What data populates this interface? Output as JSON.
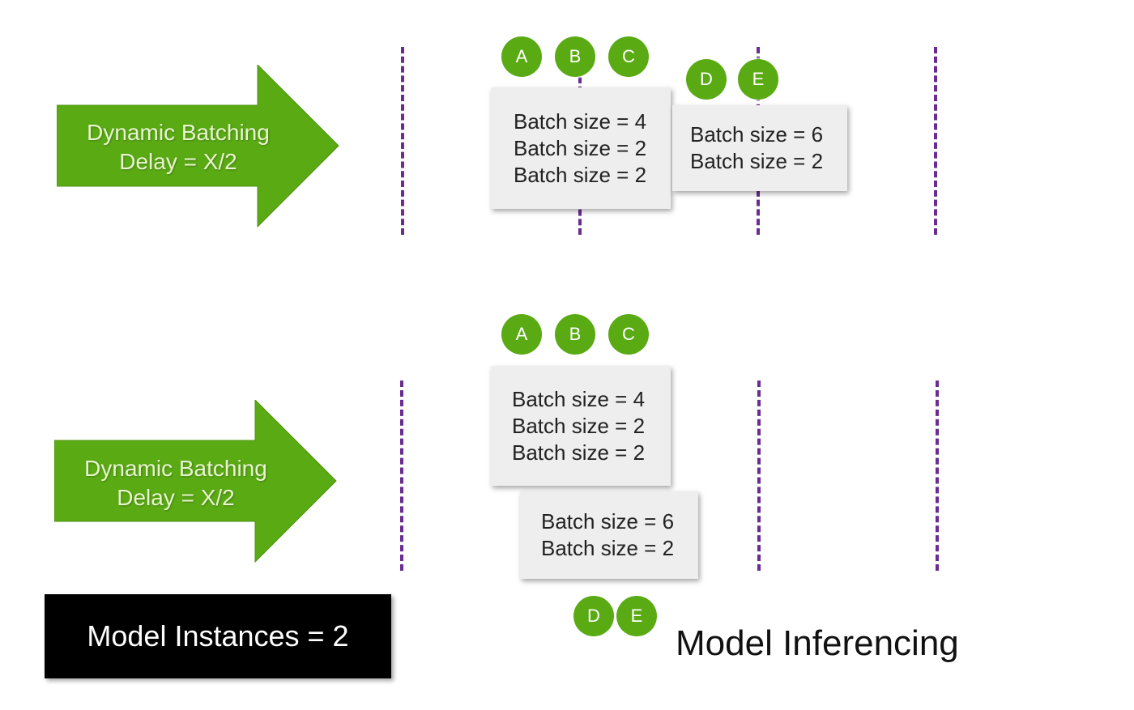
{
  "colors": {
    "arrow_green": "#5aaa14",
    "dash_purple": "#6a2c91",
    "box_fill": "#eeeeee",
    "instances_bg": "#000000"
  },
  "top": {
    "arrow": {
      "line1": "Dynamic Batching",
      "line2": "Delay = X/2"
    },
    "requests_abc": [
      "A",
      "B",
      "C"
    ],
    "requests_de": [
      "D",
      "E"
    ],
    "batch_box_1": [
      "Batch size = 4",
      "Batch size = 2",
      "Batch size = 2"
    ],
    "batch_box_2": [
      "Batch size = 6",
      "Batch size = 2"
    ]
  },
  "bottom": {
    "arrow": {
      "line1": "Dynamic Batching",
      "line2": "Delay = X/2"
    },
    "requests_abc": [
      "A",
      "B",
      "C"
    ],
    "requests_de": [
      "D",
      "E"
    ],
    "batch_box_1": [
      "Batch size = 4",
      "Batch size = 2",
      "Batch size = 2"
    ],
    "batch_box_2": [
      "Batch size = 6",
      "Batch size = 2"
    ]
  },
  "instances_label": "Model Instances = 2",
  "caption": "Model Inferencing"
}
